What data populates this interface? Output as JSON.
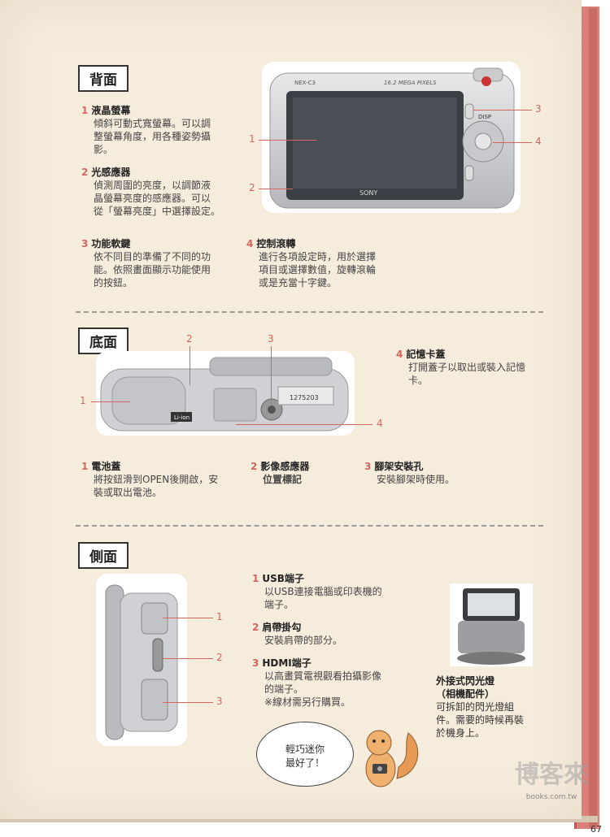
{
  "page_number": "67",
  "watermark": {
    "text": "博客來",
    "url": "books.com.tw"
  },
  "back": {
    "title": "背面",
    "items": [
      {
        "num": "1",
        "title": "液晶螢幕",
        "desc": [
          "傾斜可動式寬螢幕。可以調",
          "整螢幕角度，用各種姿勢攝",
          "影。"
        ]
      },
      {
        "num": "2",
        "title": "光感應器",
        "desc": [
          "偵測周圍的亮度，以調節液",
          "晶螢幕亮度的感應器。可以",
          "從「螢幕亮度」中選擇設定。"
        ]
      },
      {
        "num": "3",
        "title": "功能軟鍵",
        "desc": [
          "依不同目的準備了不同的功",
          "能。依照畫面顯示功能使用",
          "的按鈕。"
        ]
      },
      {
        "num": "4",
        "title": "控制滾轉",
        "desc": [
          "進行各項設定時，用於選擇",
          "項目或選擇數值，旋轉滾輪",
          "或是充當十字鍵。"
        ]
      }
    ],
    "photo_labels": {
      "model": "NEX-C3",
      "megapixel": "16.2 MEGA PIXELS",
      "brand": "SONY",
      "disp": "DISP"
    },
    "callouts": [
      "1",
      "2",
      "3",
      "4"
    ]
  },
  "bottom": {
    "title": "底面",
    "items": [
      {
        "num": "4",
        "title": "記憶卡蓋",
        "desc": [
          "打開蓋子以取出或裝入記憶",
          "卡。"
        ]
      },
      {
        "num": "1",
        "title": "電池蓋",
        "desc": [
          "將按鈕滑到OPEN後開啟，安",
          "裝或取出電池。"
        ]
      },
      {
        "num": "2",
        "title": "影像感應器",
        "title2": "位置標記",
        "desc": []
      },
      {
        "num": "3",
        "title": "腳架安裝孔",
        "desc": [
          "安裝腳架時使用。"
        ]
      }
    ],
    "photo_labels": {
      "battery": "Li-ion",
      "serial": "1275203"
    },
    "callouts": [
      "1",
      "2",
      "3",
      "4"
    ]
  },
  "side": {
    "title": "側面",
    "items": [
      {
        "num": "1",
        "title": "USB端子",
        "desc": [
          "以USB連接電腦或印表機的",
          "端子。"
        ]
      },
      {
        "num": "2",
        "title": "肩帶掛勾",
        "desc": [
          "安裝肩帶的部分。"
        ]
      },
      {
        "num": "3",
        "title": "HDMI端子",
        "desc": [
          "以高畫質電視觀看拍攝影像",
          "的端子。",
          "※線材需另行購買。"
        ]
      }
    ],
    "callouts": [
      "1",
      "2",
      "3"
    ],
    "flash": {
      "title": "外接式閃光燈",
      "subtitle": "（相機配件）",
      "desc": [
        "可拆卸的閃光燈組",
        "件。需要的時候再裝",
        "於機身上。"
      ]
    },
    "bubble": [
      "輕巧迷你",
      "最好了！"
    ]
  }
}
